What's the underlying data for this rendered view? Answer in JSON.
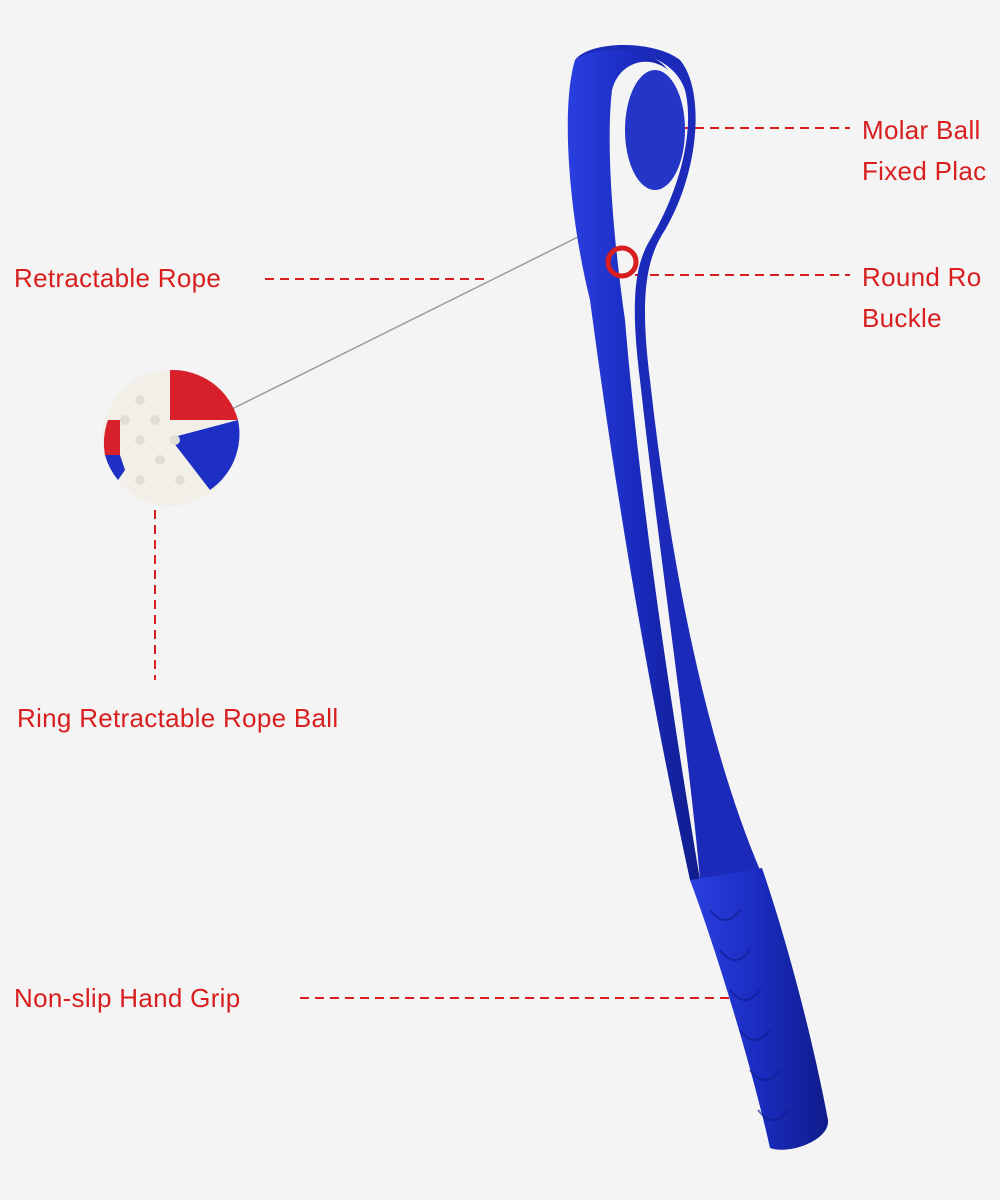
{
  "labels": {
    "molar_ball": [
      "Molar Ball",
      "Fixed Plac"
    ],
    "round_rope": [
      "Round Ro",
      "Buckle"
    ],
    "retractable_rope": "Retractable Rope",
    "rope_ball": "Ring Retractable Rope Ball",
    "hand_grip": "Non-slip Hand Grip"
  },
  "colors": {
    "label": "#d81e1e",
    "handle": "#1d2fc4",
    "ball_red": "#d8202a",
    "ball_white": "#f2efe8"
  }
}
